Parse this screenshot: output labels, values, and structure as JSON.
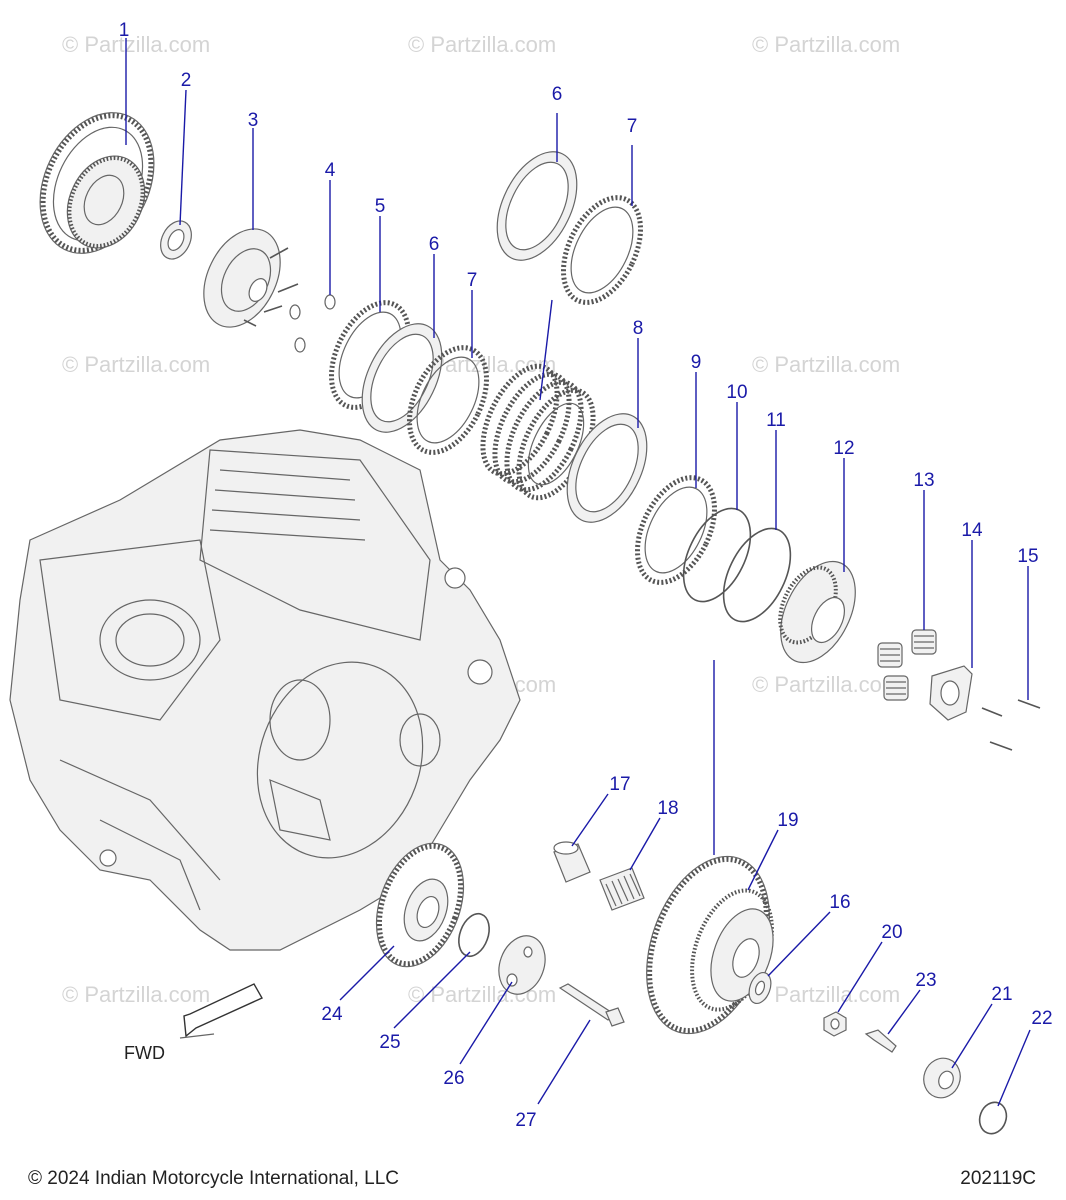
{
  "watermark": "© Partzilla.com",
  "footer": {
    "copyright": "© 2024 Indian Motorcycle International, LLC",
    "diagram_id": "202119C"
  },
  "fwd_label": "FWD",
  "callouts": [
    {
      "num": "1"
    },
    {
      "num": "2"
    },
    {
      "num": "3"
    },
    {
      "num": "4"
    },
    {
      "num": "5"
    },
    {
      "num": "6"
    },
    {
      "num": "6"
    },
    {
      "num": "7"
    },
    {
      "num": "7"
    },
    {
      "num": "8"
    },
    {
      "num": "9"
    },
    {
      "num": "10"
    },
    {
      "num": "11"
    },
    {
      "num": "12"
    },
    {
      "num": "13"
    },
    {
      "num": "14"
    },
    {
      "num": "15"
    },
    {
      "num": "16"
    },
    {
      "num": "17"
    },
    {
      "num": "18"
    },
    {
      "num": "19"
    },
    {
      "num": "20"
    },
    {
      "num": "21"
    },
    {
      "num": "22"
    },
    {
      "num": "23"
    },
    {
      "num": "24"
    },
    {
      "num": "25"
    },
    {
      "num": "26"
    },
    {
      "num": "27"
    }
  ]
}
